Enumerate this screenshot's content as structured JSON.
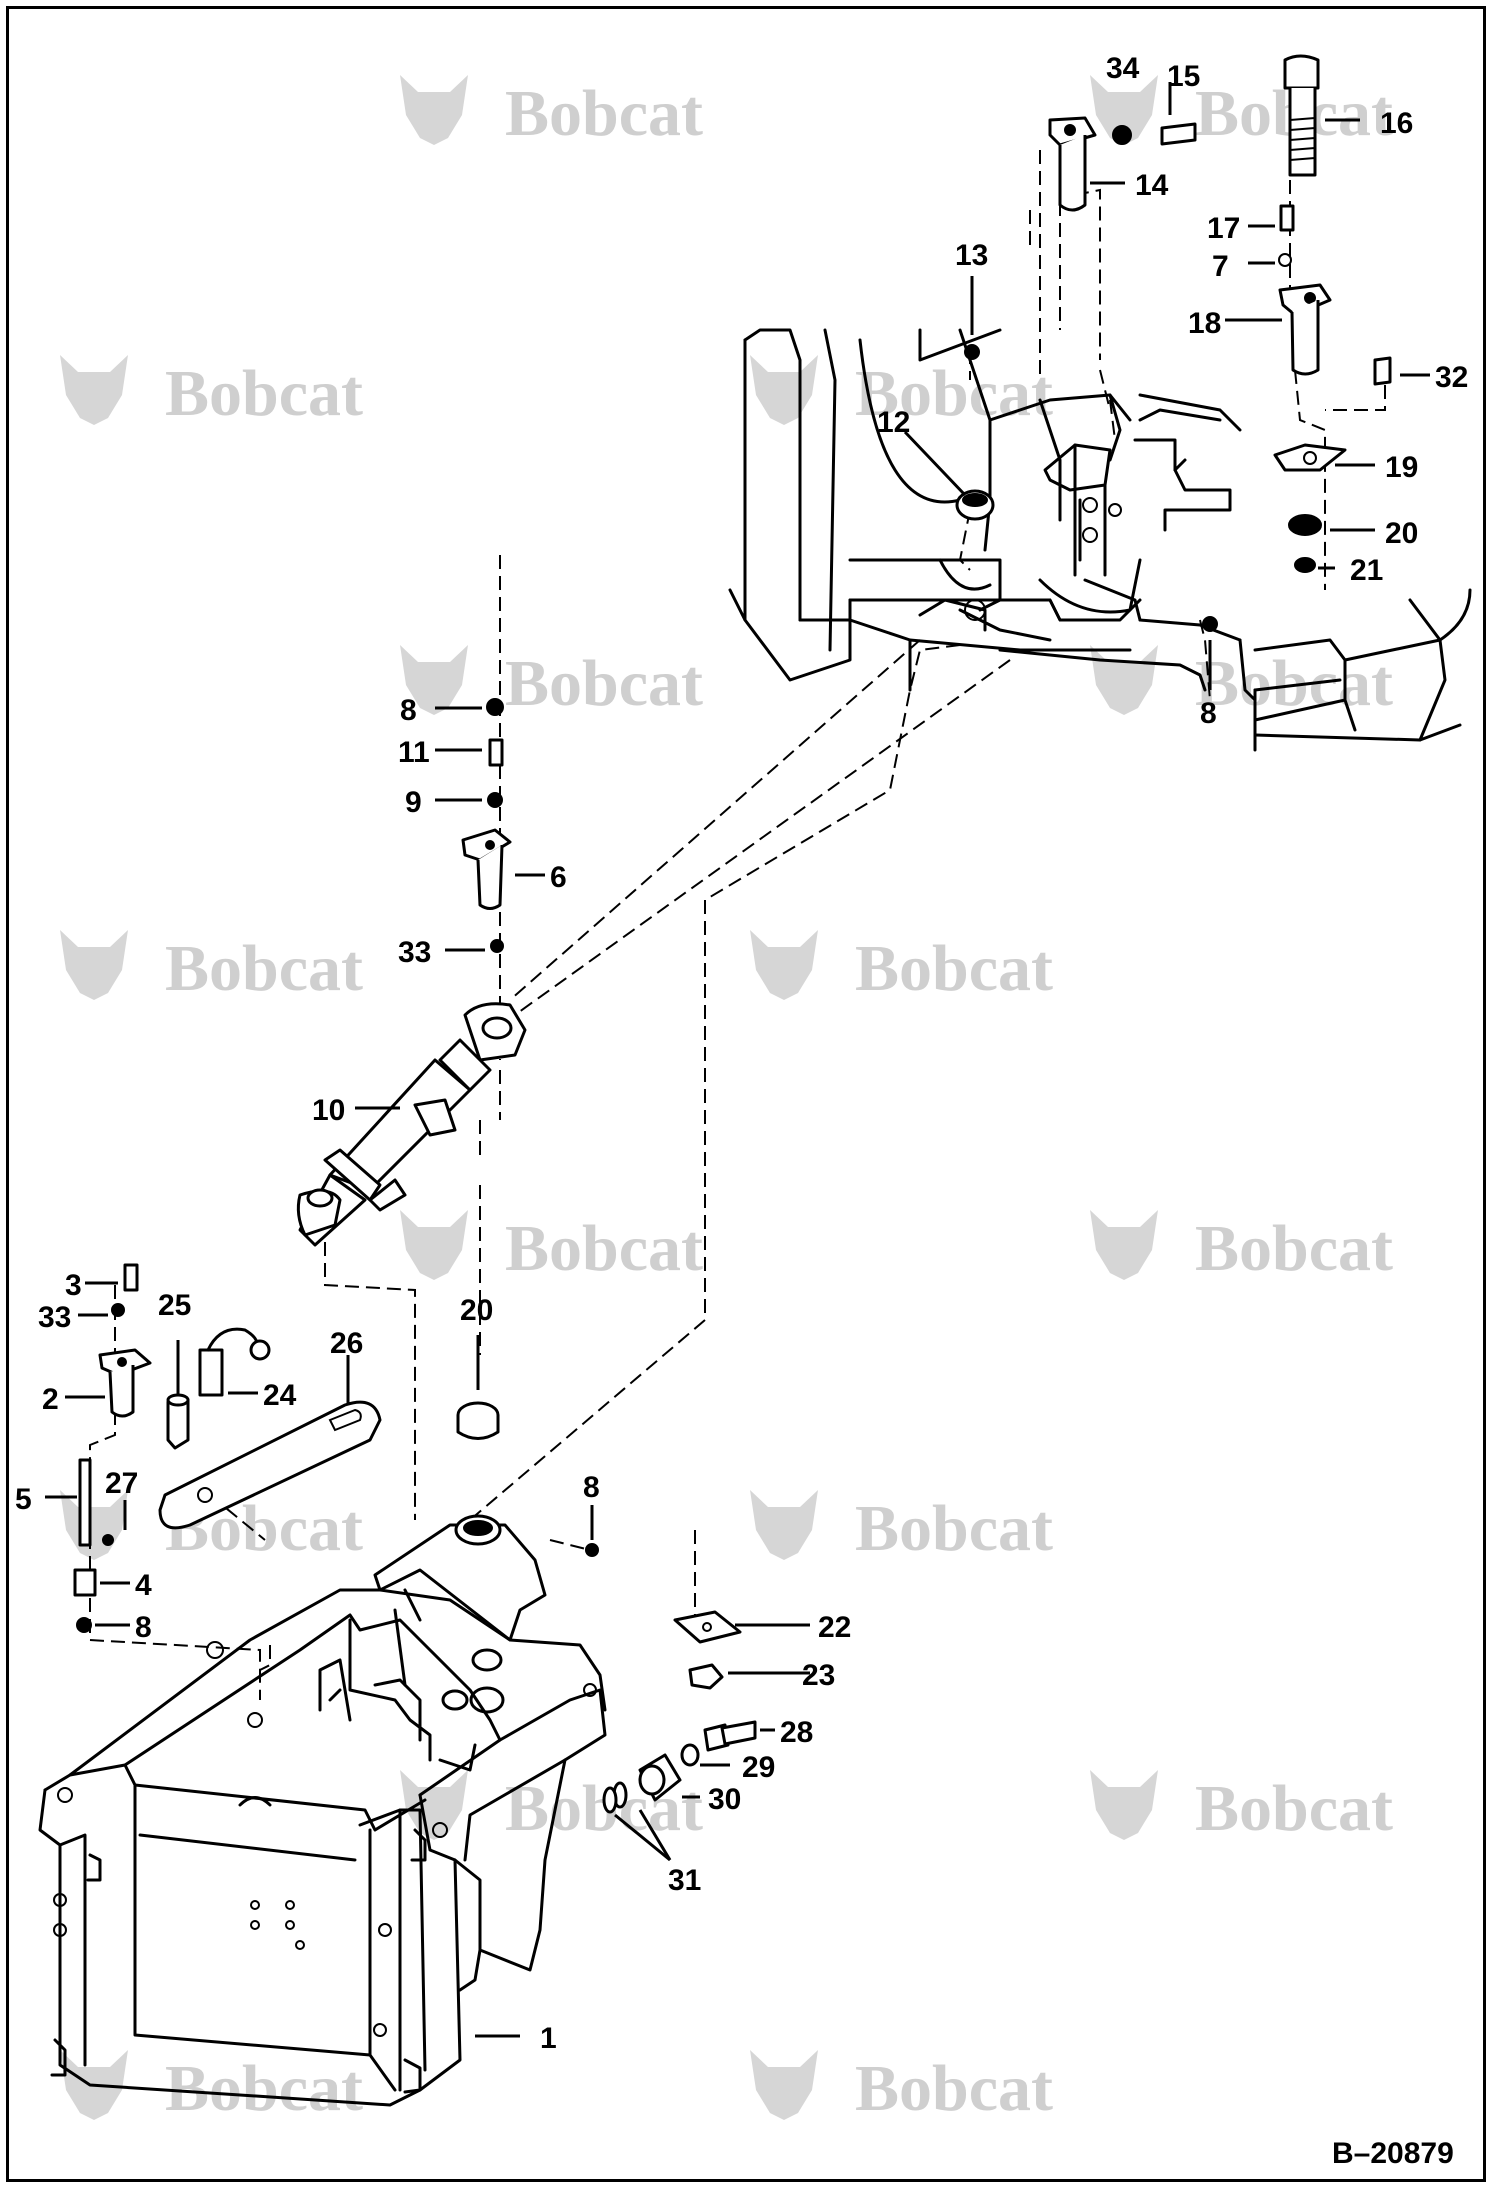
{
  "diagram": {
    "drawing_code": "B–20879",
    "watermark": "Bobcat",
    "callouts": [
      {
        "id": "c34",
        "text": "34"
      },
      {
        "id": "c15",
        "text": "15"
      },
      {
        "id": "c16",
        "text": "16"
      },
      {
        "id": "c14",
        "text": "14"
      },
      {
        "id": "c13",
        "text": "13"
      },
      {
        "id": "c17",
        "text": "17"
      },
      {
        "id": "c7",
        "text": "7"
      },
      {
        "id": "c18",
        "text": "18"
      },
      {
        "id": "c32",
        "text": "32"
      },
      {
        "id": "c12",
        "text": "12"
      },
      {
        "id": "c19",
        "text": "19"
      },
      {
        "id": "c20a",
        "text": "20"
      },
      {
        "id": "c21",
        "text": "21"
      },
      {
        "id": "c8a",
        "text": "8"
      },
      {
        "id": "c8b",
        "text": "8"
      },
      {
        "id": "c11",
        "text": "11"
      },
      {
        "id": "c9",
        "text": "9"
      },
      {
        "id": "c6",
        "text": "6"
      },
      {
        "id": "c33a",
        "text": "33"
      },
      {
        "id": "c10",
        "text": "10"
      },
      {
        "id": "c3",
        "text": "3"
      },
      {
        "id": "c33b",
        "text": "33"
      },
      {
        "id": "c25",
        "text": "25"
      },
      {
        "id": "c26",
        "text": "26"
      },
      {
        "id": "c20b",
        "text": "20"
      },
      {
        "id": "c2",
        "text": "2"
      },
      {
        "id": "c24",
        "text": "24"
      },
      {
        "id": "c5",
        "text": "5"
      },
      {
        "id": "c27",
        "text": "27"
      },
      {
        "id": "c8c",
        "text": "8"
      },
      {
        "id": "c4",
        "text": "4"
      },
      {
        "id": "c8d",
        "text": "8"
      },
      {
        "id": "c22",
        "text": "22"
      },
      {
        "id": "c23",
        "text": "23"
      },
      {
        "id": "c28",
        "text": "28"
      },
      {
        "id": "c29",
        "text": "29"
      },
      {
        "id": "c30",
        "text": "30"
      },
      {
        "id": "c31",
        "text": "31"
      },
      {
        "id": "c1",
        "text": "1"
      }
    ]
  }
}
